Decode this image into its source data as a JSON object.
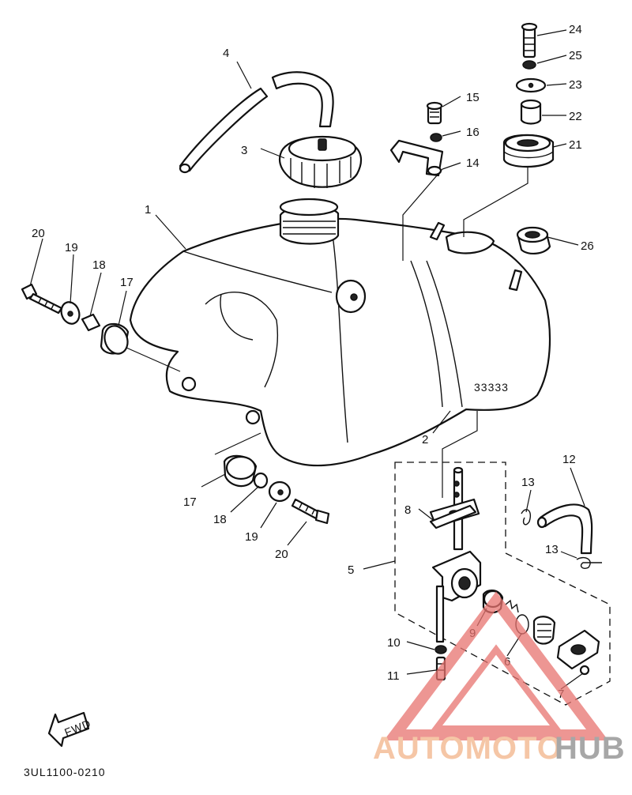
{
  "callouts": [
    {
      "id": "1",
      "text": "1"
    },
    {
      "id": "2",
      "text": "2"
    },
    {
      "id": "3",
      "text": "3"
    },
    {
      "id": "4",
      "text": "4"
    },
    {
      "id": "5",
      "text": "5"
    },
    {
      "id": "6",
      "text": "6"
    },
    {
      "id": "7",
      "text": "7"
    },
    {
      "id": "8",
      "text": "8"
    },
    {
      "id": "9",
      "text": "9"
    },
    {
      "id": "10",
      "text": "10"
    },
    {
      "id": "11",
      "text": "11"
    },
    {
      "id": "12",
      "text": "12"
    },
    {
      "id": "13a",
      "text": "13"
    },
    {
      "id": "13b",
      "text": "13"
    },
    {
      "id": "14",
      "text": "14"
    },
    {
      "id": "15",
      "text": "15"
    },
    {
      "id": "16",
      "text": "16"
    },
    {
      "id": "17a",
      "text": "17"
    },
    {
      "id": "17b",
      "text": "17"
    },
    {
      "id": "18a",
      "text": "18"
    },
    {
      "id": "18b",
      "text": "18"
    },
    {
      "id": "19a",
      "text": "19"
    },
    {
      "id": "19b",
      "text": "19"
    },
    {
      "id": "20a",
      "text": "20"
    },
    {
      "id": "20b",
      "text": "20"
    },
    {
      "id": "21",
      "text": "21"
    },
    {
      "id": "22",
      "text": "22"
    },
    {
      "id": "23",
      "text": "23"
    },
    {
      "id": "24",
      "text": "24"
    },
    {
      "id": "25",
      "text": "25"
    },
    {
      "id": "26",
      "text": "26"
    }
  ],
  "direction_arrow": {
    "text": "FWD"
  },
  "drawing_code": "3UL1100-0210",
  "watermark": {
    "part1": "AUTOMOTO",
    "part2": "HUB",
    "color1": "#f2b489",
    "color2": "#8a8a8a",
    "triangle_color": "#e8736f"
  }
}
